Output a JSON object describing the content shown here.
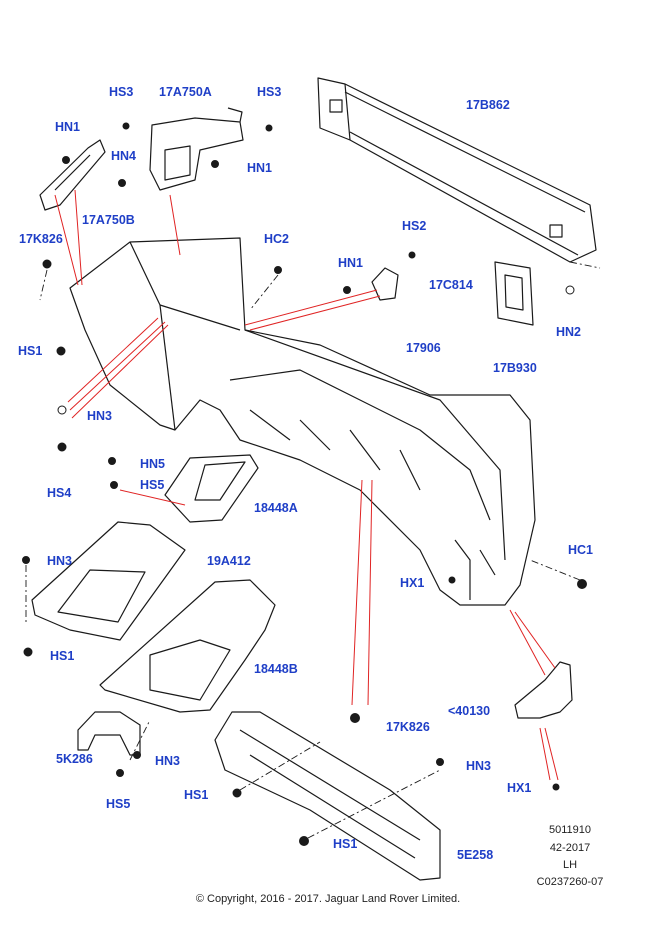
{
  "colors": {
    "label": "#1f3fc7",
    "leader": "#e02424",
    "part": "#1a1a1a",
    "fill": "#ffffff"
  },
  "labels": {
    "hs3_a": "HS3",
    "p17a750a": "17A750A",
    "hs3_b": "HS3",
    "p17b862": "17B862",
    "hn1_a": "HN1",
    "hn4": "HN4",
    "hn1_b": "HN1",
    "p17a750b": "17A750B",
    "p17k826_a": "17K826",
    "hc2": "HC2",
    "hs2": "HS2",
    "hn1_c": "HN1",
    "p17c814": "17C814",
    "hn2": "HN2",
    "hs1_a": "HS1",
    "p17906": "17906",
    "p17b930": "17B930",
    "hn3_a": "HN3",
    "hs4": "HS4",
    "hn5": "HN5",
    "hs5_a": "HS5",
    "p18448a": "18448A",
    "hn3_b": "HN3",
    "p19a412": "19A412",
    "hc1": "HC1",
    "hx1_a": "HX1",
    "hs1_b": "HS1",
    "p18448b": "18448B",
    "p40130": "<40130",
    "p17k826_b": "17K826",
    "p5k286": "5K286",
    "hn3_c": "HN3",
    "hn3_d": "HN3",
    "hs5_b": "HS5",
    "hs1_c": "HS1",
    "hx1_b": "HX1",
    "hs1_d": "HS1",
    "p5e258": "5E258"
  },
  "meta": {
    "number": "5011910",
    "date": "42-2017",
    "side": "LH",
    "code": "C0237260-07"
  },
  "copyright": "© Copyright, 2016 - 2017. Jaguar Land Rover Limited."
}
